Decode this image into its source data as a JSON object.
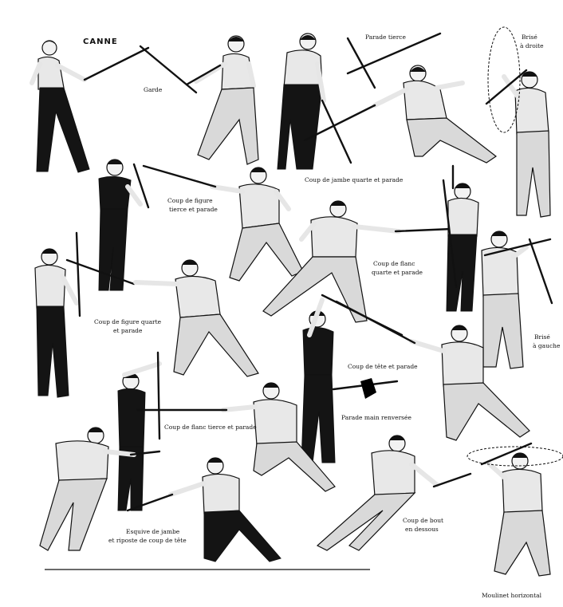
{
  "labels": {
    "canne": "CANNE",
    "garde": "Garde",
    "parade_tierce": "Parade tierce",
    "brise_droite_1": "Brisé",
    "brise_droite_2": "à droite",
    "coup_jambe_quarte": "Coup de jambe quarte et parade",
    "coup_figure_tierce_1": "Coup de figure",
    "coup_figure_tierce_2": "tierce et parade",
    "coup_flanc_quarte_1": "Coup de flanc",
    "coup_flanc_quarte_2": "quarte et parade",
    "coup_figure_quarte_1": "Coup de figure quarte",
    "coup_figure_quarte_2": "et parade",
    "brise_gauche_1": "Brisé",
    "brise_gauche_2": "à gauche",
    "coup_tete_parade": "Coup de tête et parade",
    "parade_main_renversee": "Parade main renversée",
    "coup_flanc_tierce": "Coup de flanc tierce et parade",
    "esquive_1": "Esquive de jambe",
    "esquive_2": "et riposte de coup de tête",
    "coup_bout_1": "Coup de bout",
    "coup_bout_2": "en dessous",
    "moulinet": "Moulinet horizontal"
  }
}
